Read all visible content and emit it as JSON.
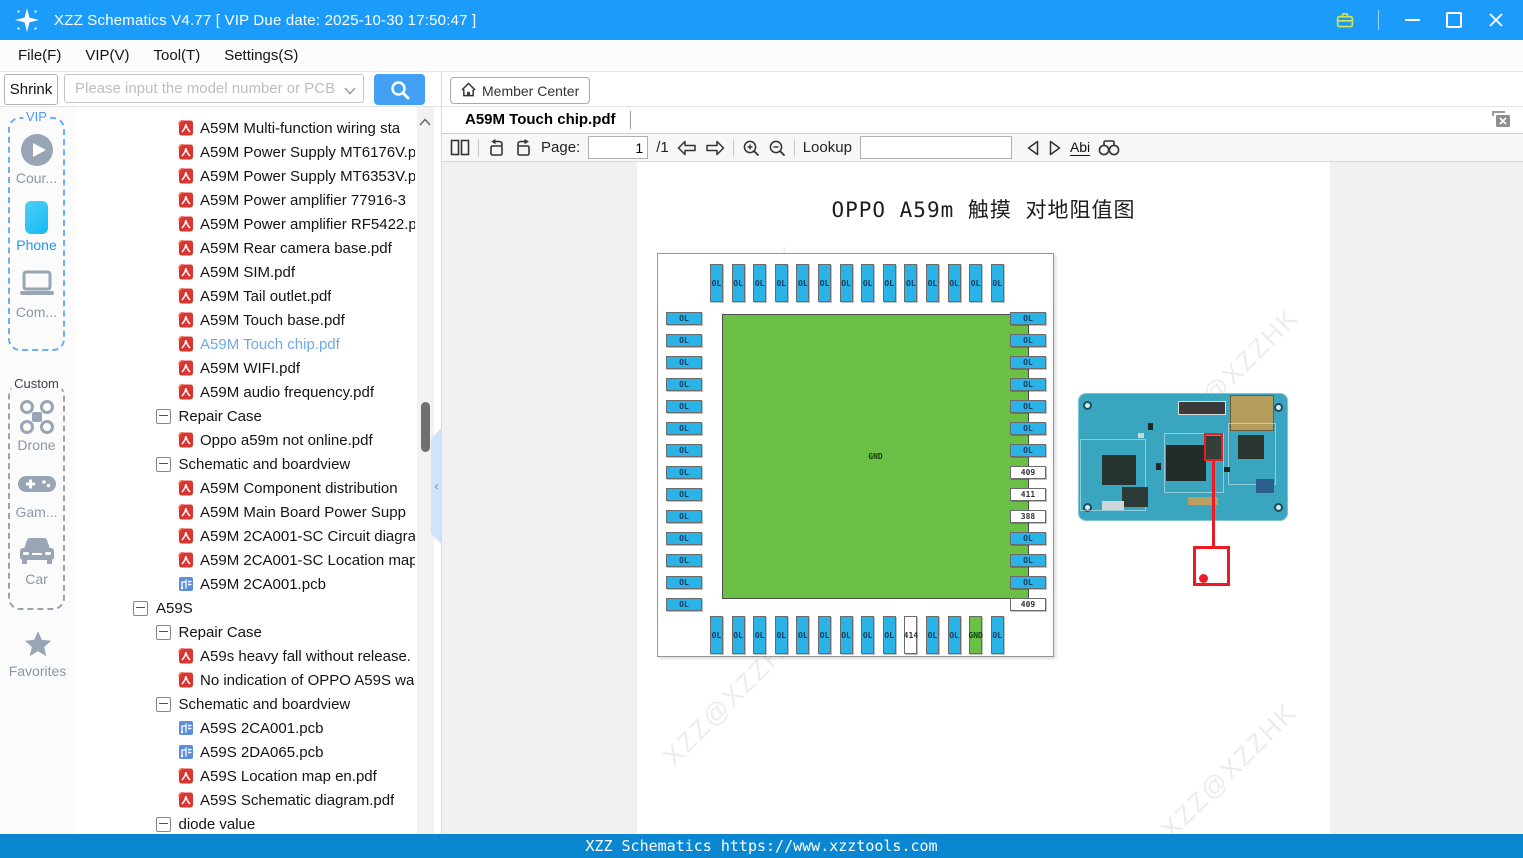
{
  "window": {
    "title": "XZZ Schematics V4.77 [ VIP Due date: 2025-10-30 17:50:47 ]"
  },
  "menu": {
    "items": [
      "File(F)",
      "VIP(V)",
      "Tool(T)",
      "Settings(S)"
    ]
  },
  "search": {
    "shrink": "Shrink",
    "placeholder": "Please input the model number or PCB"
  },
  "member": {
    "label": "Member Center"
  },
  "sidebar": {
    "vip": {
      "label": "VIP",
      "items": [
        {
          "icon": "play-circle-icon",
          "label": "Cour...",
          "active": false
        },
        {
          "icon": "phone-icon",
          "label": "Phone",
          "active": true
        },
        {
          "icon": "laptop-icon",
          "label": "Com...",
          "active": false
        }
      ]
    },
    "custom": {
      "label": "Custom",
      "items": [
        {
          "icon": "drone-icon",
          "label": "Drone",
          "active": false
        },
        {
          "icon": "gamepad-icon",
          "label": "Gam...",
          "active": false
        },
        {
          "icon": "car-icon",
          "label": "Car",
          "active": false
        }
      ]
    },
    "favorites": {
      "label": "Favorites"
    }
  },
  "tree": {
    "items": [
      {
        "type": "pdf",
        "level": 2,
        "label": "A59M Multi-function wiring sta",
        "selected": false
      },
      {
        "type": "pdf",
        "level": 2,
        "label": "A59M Power Supply MT6176V.p",
        "selected": false
      },
      {
        "type": "pdf",
        "level": 2,
        "label": "A59M Power Supply MT6353V.p",
        "selected": false
      },
      {
        "type": "pdf",
        "level": 2,
        "label": "A59M Power amplifier 77916-3",
        "selected": false
      },
      {
        "type": "pdf",
        "level": 2,
        "label": "A59M Power amplifier RF5422.p",
        "selected": false
      },
      {
        "type": "pdf",
        "level": 2,
        "label": "A59M Rear camera base.pdf",
        "selected": false
      },
      {
        "type": "pdf",
        "level": 2,
        "label": "A59M SIM.pdf",
        "selected": false
      },
      {
        "type": "pdf",
        "level": 2,
        "label": "A59M Tail outlet.pdf",
        "selected": false
      },
      {
        "type": "pdf",
        "level": 2,
        "label": "A59M Touch base.pdf",
        "selected": false
      },
      {
        "type": "pdf",
        "level": 2,
        "label": "A59M Touch chip.pdf",
        "selected": true
      },
      {
        "type": "pdf",
        "level": 2,
        "label": "A59M WIFI.pdf",
        "selected": false
      },
      {
        "type": "pdf",
        "level": 2,
        "label": "A59M audio frequency.pdf",
        "selected": false
      },
      {
        "type": "node",
        "level": 1,
        "label": "Repair Case",
        "selected": false
      },
      {
        "type": "pdf",
        "level": 2,
        "label": "Oppo a59m not online.pdf",
        "selected": false
      },
      {
        "type": "node",
        "level": 1,
        "label": "Schematic and boardview",
        "selected": false
      },
      {
        "type": "pdf",
        "level": 2,
        "label": "A59M  Component distribution",
        "selected": false
      },
      {
        "type": "pdf",
        "level": 2,
        "label": "A59M  Main Board Power Supp",
        "selected": false
      },
      {
        "type": "pdf",
        "level": 2,
        "label": "A59M 2CA001-SC Circuit diagra",
        "selected": false
      },
      {
        "type": "pdf",
        "level": 2,
        "label": "A59M 2CA001-SC Location map",
        "selected": false
      },
      {
        "type": "pcb",
        "level": 2,
        "label": "A59M 2CA001.pcb",
        "selected": false
      },
      {
        "type": "node",
        "level": 0,
        "label": "A59S",
        "selected": false
      },
      {
        "type": "node",
        "level": 1,
        "label": "Repair Case",
        "selected": false
      },
      {
        "type": "pdf",
        "level": 2,
        "label": "A59s heavy fall without release.",
        "selected": false
      },
      {
        "type": "pdf",
        "level": 2,
        "label": "No indication of OPPO A59S wa",
        "selected": false
      },
      {
        "type": "node",
        "level": 1,
        "label": "Schematic and boardview",
        "selected": false
      },
      {
        "type": "pcb",
        "level": 2,
        "label": "A59S 2CA001.pcb",
        "selected": false
      },
      {
        "type": "pcb",
        "level": 2,
        "label": "A59S 2DA065.pcb",
        "selected": false
      },
      {
        "type": "pdf",
        "level": 2,
        "label": "A59S Location map en.pdf",
        "selected": false
      },
      {
        "type": "pdf",
        "level": 2,
        "label": "A59S Schematic diagram.pdf",
        "selected": false
      },
      {
        "type": "node",
        "level": 1,
        "label": "diode value",
        "selected": false
      }
    ]
  },
  "tab": {
    "label": "A59M Touch chip.pdf"
  },
  "toolbar": {
    "page_label": "Page:",
    "page_value": "1",
    "page_total": "/1",
    "lookup_label": "Lookup",
    "abi": "Abi"
  },
  "doc": {
    "title": "OPPO A59m 触摸 对地阻值图",
    "watermark": "XZZ@XZZHK",
    "chip": {
      "center": "GND",
      "top": [
        "OL",
        "OL",
        "OL",
        "OL",
        "OL",
        "OL",
        "OL",
        "OL",
        "OL",
        "OL",
        "OL",
        "OL",
        "OL",
        "OL"
      ],
      "left": [
        "OL",
        "OL",
        "OL",
        "OL",
        "OL",
        "OL",
        "OL",
        "OL",
        "OL",
        "OL",
        "OL",
        "OL",
        "OL",
        "OL"
      ],
      "right": [
        "OL",
        "OL",
        "OL",
        "OL",
        "OL",
        "OL",
        "OL",
        "409",
        "411",
        "388",
        "OL",
        "OL",
        "OL",
        "409"
      ],
      "bottom": [
        "OL",
        "OL",
        "OL",
        "OL",
        "OL",
        "OL",
        "OL",
        "OL",
        "OL",
        "414",
        "OL",
        "OL",
        "GND",
        "OL"
      ]
    }
  },
  "footer": {
    "text": "XZZ Schematics https://www.xzztools.com"
  },
  "colors": {
    "titlebar": "#1b9cfb",
    "footer": "#0b87d2",
    "pin_cyan": "#29b3e6",
    "pin_green": "#6abf45",
    "annotation_red": "#ec1c24",
    "selected_text": "#6fa8e3",
    "accent_blue": "#43a0f3"
  }
}
